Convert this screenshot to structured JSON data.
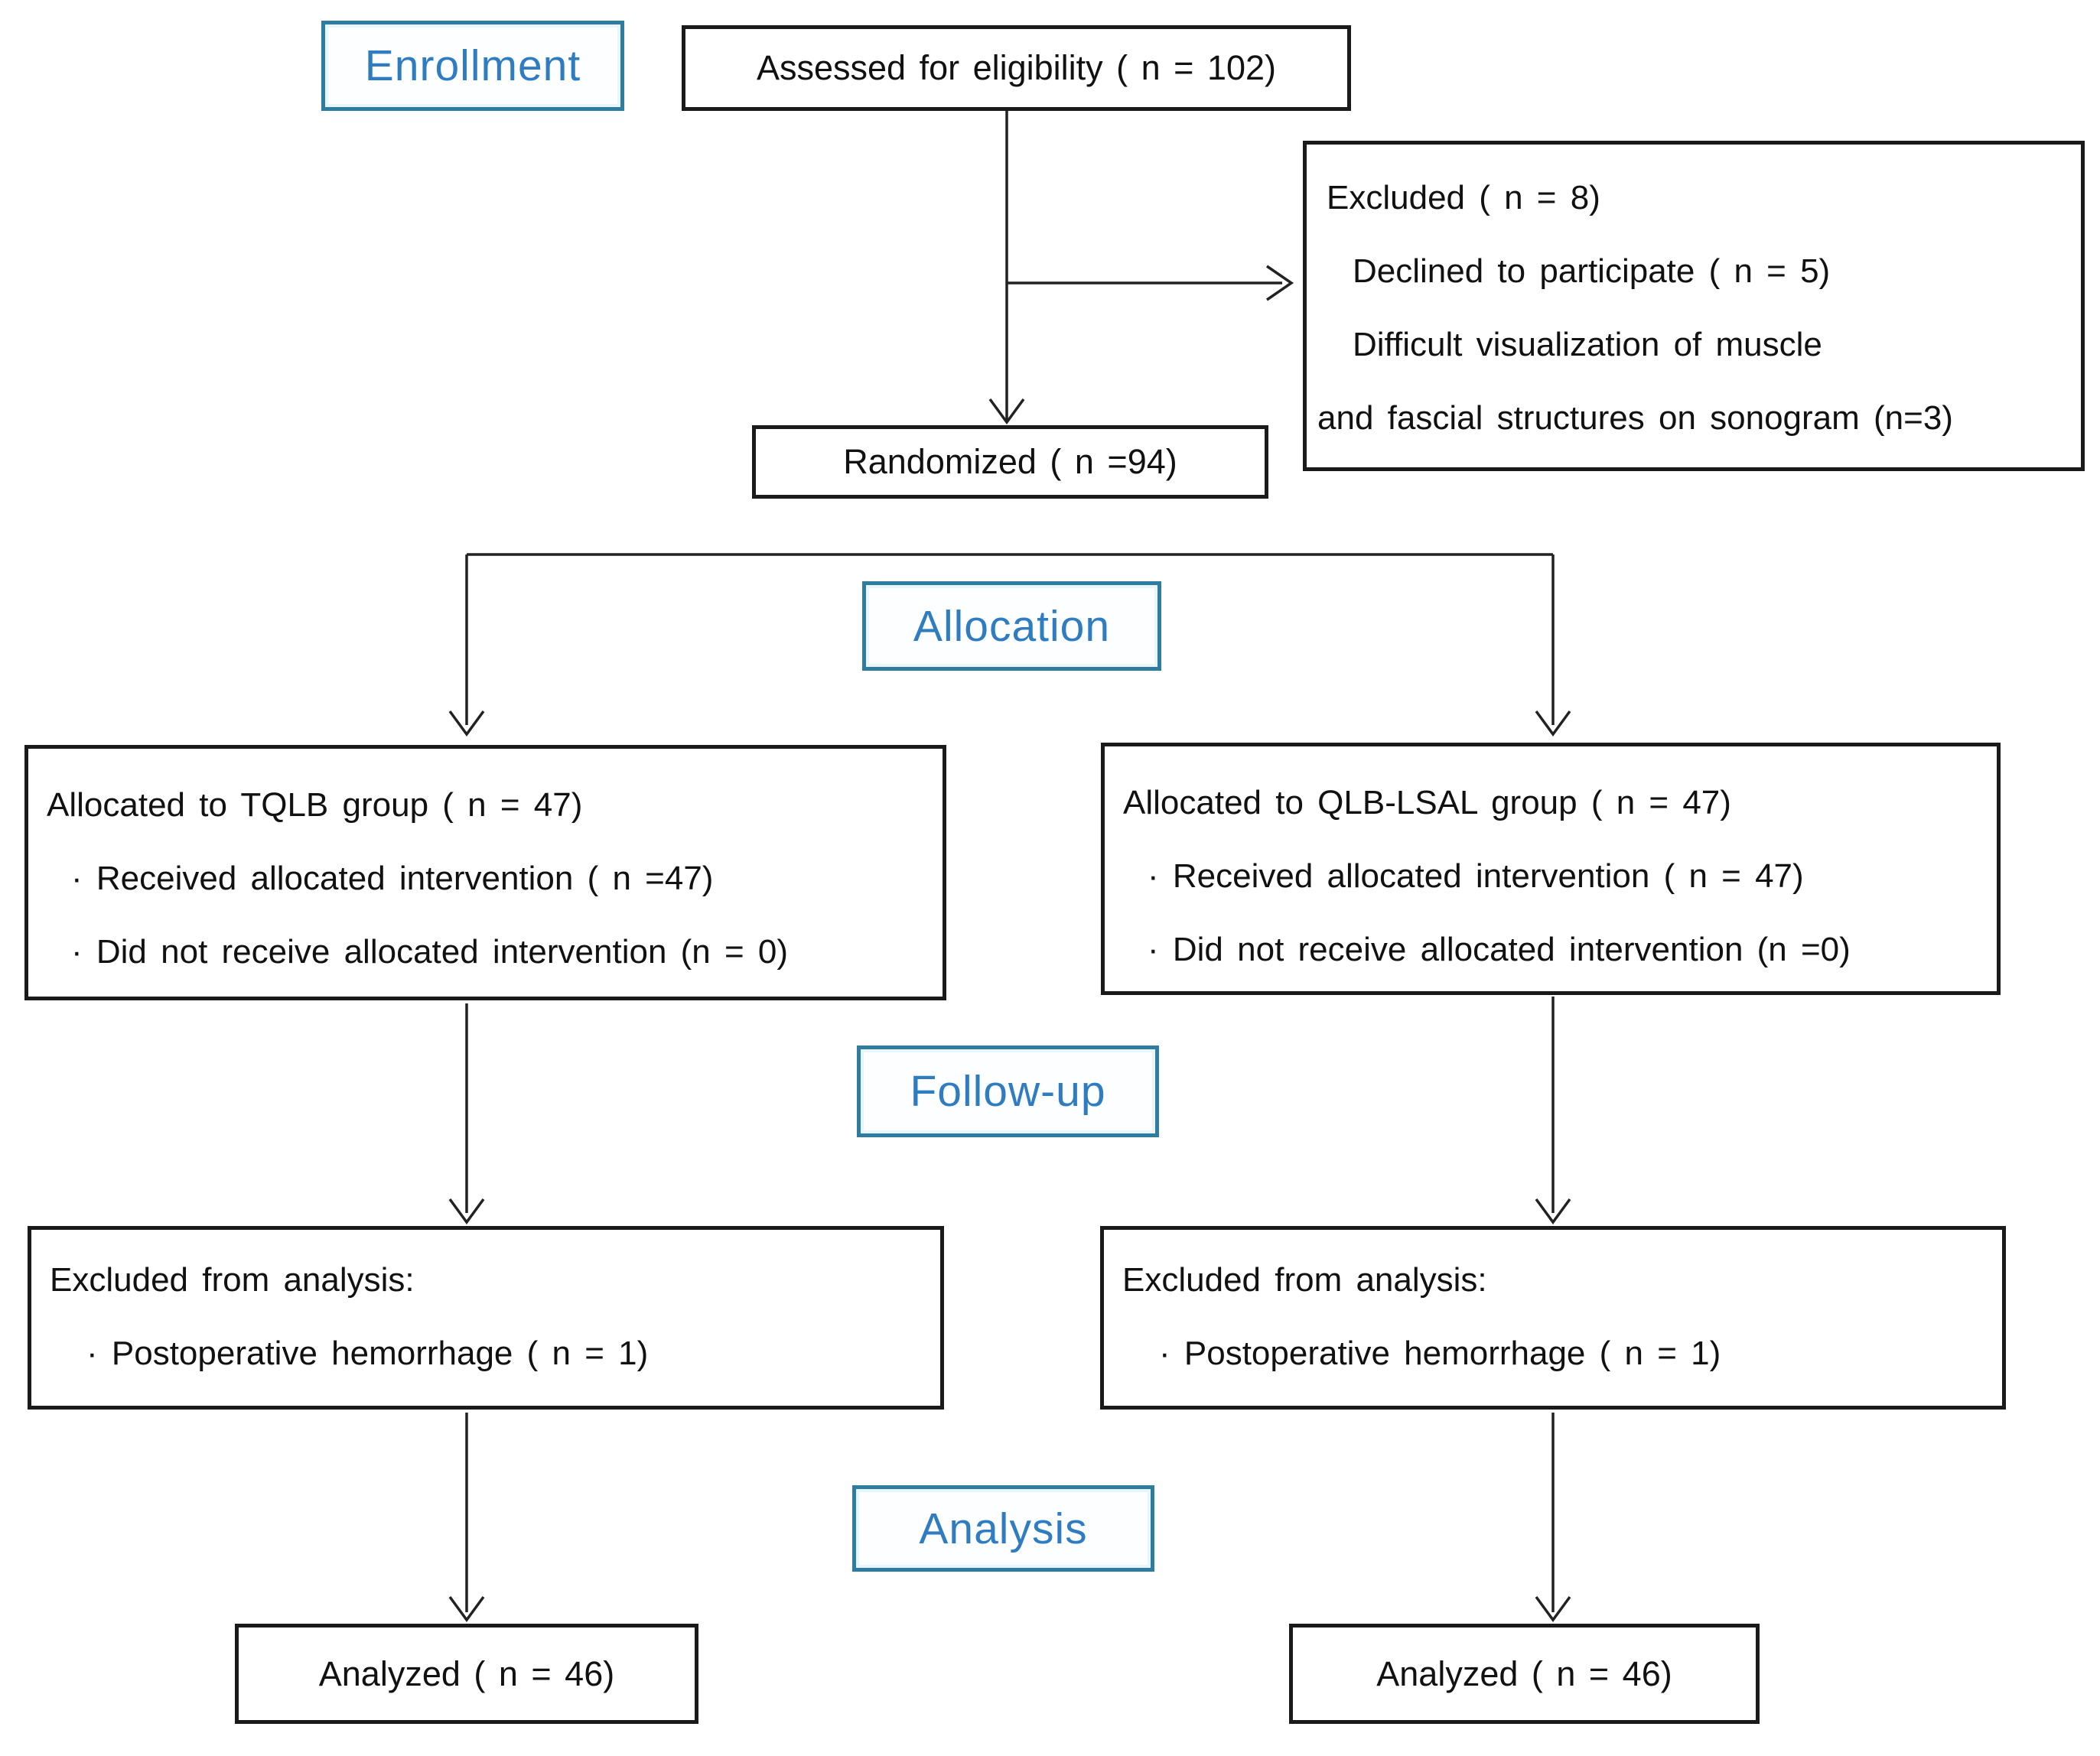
{
  "diagram": {
    "stages": {
      "enrollment": "Enrollment",
      "allocation": "Allocation",
      "followup": "Follow-up",
      "analysis": "Analysis"
    },
    "boxes": {
      "assessed": {
        "text": "Assessed for eligibility ( n = 102)"
      },
      "excluded": {
        "lines": [
          "Excluded ( n = 8)",
          "Declined to participate ( n = 5)",
          "Difficult visualization of muscle",
          "and fascial structures on sonogram (n=3)"
        ]
      },
      "randomized": {
        "text": "Randomized ( n =94)"
      },
      "alloc_left": {
        "lines": [
          "Allocated to TQLB group ( n = 47)",
          "· Received allocated intervention ( n =47)",
          "· Did not receive allocated intervention (n = 0)"
        ]
      },
      "alloc_right": {
        "lines": [
          "Allocated to QLB-LSAL group ( n = 47)",
          "· Received allocated intervention ( n = 47)",
          "· Did not receive allocated intervention (n =0)"
        ]
      },
      "excluded_left": {
        "lines": [
          "Excluded from analysis:",
          "· Postoperative hemorrhage ( n = 1)"
        ]
      },
      "excluded_right": {
        "lines": [
          "Excluded from analysis:",
          "· Postoperative hemorrhage ( n = 1)"
        ]
      },
      "analyzed_left": {
        "text": "Analyzed ( n = 46)"
      },
      "analyzed_right": {
        "text": "Analyzed ( n = 46)"
      }
    },
    "colors": {
      "stage_border": "#2e7da0",
      "stage_text": "#2f7cc1",
      "box_border": "#1a1a1a",
      "arrow": "#222222"
    }
  }
}
